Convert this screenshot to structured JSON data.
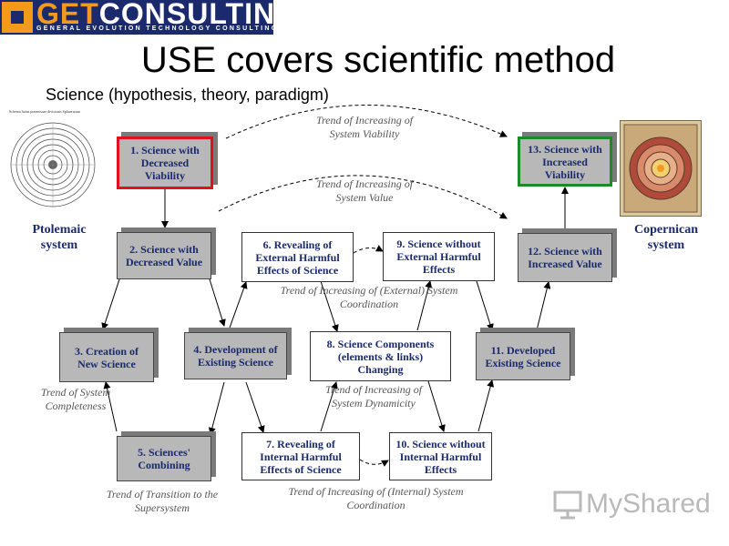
{
  "logo": {
    "get": "GET",
    "consulting": "CONSULTING",
    "tagline": "GENERAL EVOLUTION TECHNOLOGY CONSULTING"
  },
  "title": "USE covers scientific method",
  "subtitle": "Science (hypothesis, theory, paradigm)",
  "side_labels": {
    "left": "Ptolemaic system",
    "right": "Copernican system"
  },
  "image_caption": "Schema huius praemissae divisionis Sphaerarum",
  "boxes": {
    "b1": "1. Science with Decreased Viability",
    "b2": "2. Science with Decreased Value",
    "b3": "3. Creation of New Science",
    "b4": "4. Development of Existing Science",
    "b5": "5. Sciences' Combining",
    "b6": "6. Revealing of External Harmful Effects of Science",
    "b7": "7. Revealing of Internal Harmful Effects of Science",
    "b8": "8. Science Components (elements & links) Changing",
    "b9": "9. Science without External Harmful Effects",
    "b10": "10. Science without Internal Harmful Effects",
    "b11": "11. Developed Existing Science",
    "b12": "12. Science with Increased Value",
    "b13": "13. Science with Increased Viability"
  },
  "captions": {
    "viability": "Trend of Increasing of System Viability",
    "value": "Trend of Increasing of System Value",
    "external": "Trend of Increasing of (External) System Coordination",
    "completeness": "Trend of System Completeness",
    "dynamicity": "Trend of Increasing of System Dynamicity",
    "supersystem": "Trend of Transition to the Supersystem",
    "internal": "Trend of Increasing of (Internal) System Coordination"
  },
  "watermark": "MyShared",
  "colors": {
    "navy": "#1a2a6c",
    "orange": "#f39a1c",
    "red": "#e0101c",
    "green": "#1d8a2a",
    "box_grey": "#b8b8b8"
  }
}
